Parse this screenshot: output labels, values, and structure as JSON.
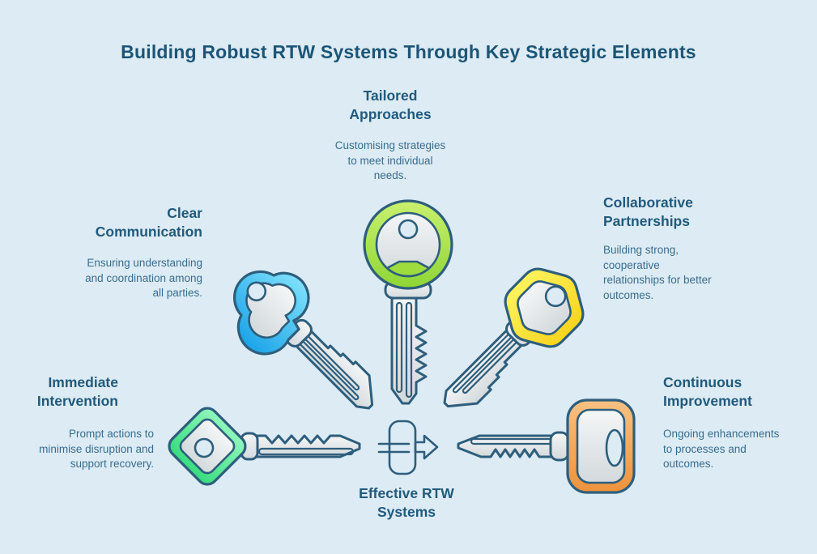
{
  "title": "Building Robust RTW Systems Through Key Strategic Elements",
  "center_label": {
    "lines": [
      "Effective RTW",
      "Systems"
    ]
  },
  "elements": [
    {
      "id": "tailored-approaches",
      "heading_lines": [
        "Tailored",
        "Approaches"
      ],
      "description_lines": [
        "Customising strategies",
        "to meet individual",
        "needs."
      ],
      "key_color": "#a8e04c",
      "key_head_shape": "circle",
      "key_position": "top"
    },
    {
      "id": "clear-communication",
      "heading_lines": [
        "Clear",
        "Communication"
      ],
      "description_lines": [
        "Ensuring understanding",
        "and coordination among",
        "all parties."
      ],
      "key_color": "#3fc6f2",
      "key_head_shape": "clover",
      "key_position": "upper-left"
    },
    {
      "id": "collaborative-partnerships",
      "heading_lines": [
        "Collaborative",
        "Partnerships"
      ],
      "description_lines": [
        "Building strong,",
        "cooperative",
        "relationships for better",
        "outcomes."
      ],
      "key_color": "#ffe23c",
      "key_head_shape": "hexagon",
      "key_position": "upper-right"
    },
    {
      "id": "immediate-intervention",
      "heading_lines": [
        "Immediate",
        "Intervention"
      ],
      "description_lines": [
        "Prompt actions to",
        "minimise disruption and",
        "support recovery."
      ],
      "key_color": "#57e694",
      "key_head_shape": "diamond",
      "key_position": "lower-left"
    },
    {
      "id": "continuous-improvement",
      "heading_lines": [
        "Continuous",
        "Improvement"
      ],
      "description_lines": [
        "Ongoing enhancements",
        "to processes and",
        "outcomes."
      ],
      "key_color": "#f2a259",
      "key_head_shape": "rounded-square",
      "key_position": "lower-right"
    }
  ],
  "colors": {
    "background": "#dcebf4",
    "title_text": "#1c5576",
    "heading_text": "#215a7c",
    "body_text": "#3a6d8f",
    "outline": "#2e5e7c",
    "key_metal": "#e4e8ea"
  }
}
